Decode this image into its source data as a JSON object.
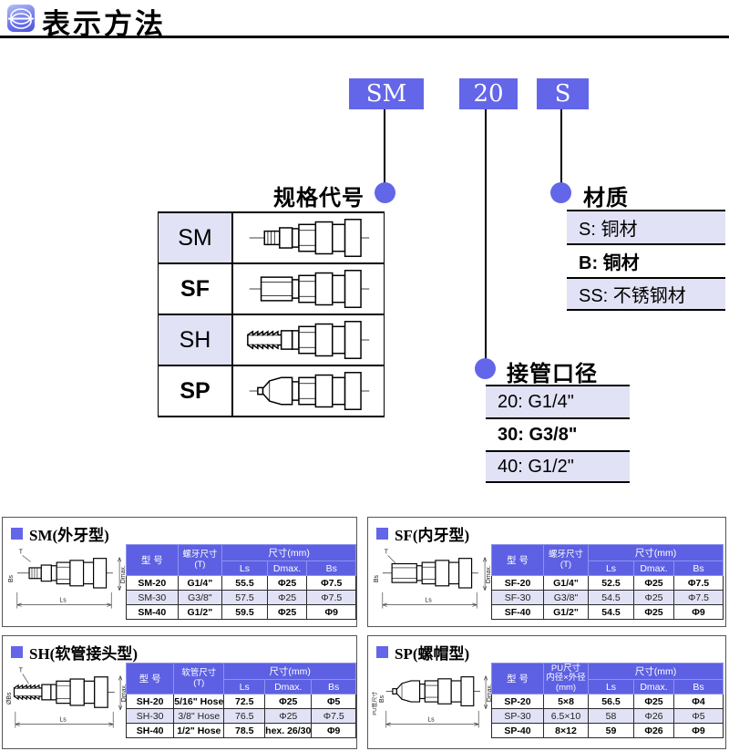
{
  "header": {
    "title": "表示方法"
  },
  "colors": {
    "accent": "#6366e8",
    "table_header_blue": "#5d60e2",
    "row_lavender": "#e1e2f5"
  },
  "model_code": {
    "series": "SM",
    "size": "20",
    "material": "S"
  },
  "legend": {
    "spec": {
      "label": "规格代号",
      "rows": [
        {
          "code": "SM"
        },
        {
          "code": "SF"
        },
        {
          "code": "SH"
        },
        {
          "code": "SP"
        }
      ]
    },
    "material": {
      "label": "材质",
      "options": [
        "S: 铜材",
        "B: 铜材",
        "SS: 不锈钢材"
      ]
    },
    "diameter": {
      "label": "接管口径",
      "options": [
        "20: G1/4\"",
        "30: G3/8\"",
        "40: G1/2\""
      ]
    }
  },
  "table_headers": {
    "model": "型 号",
    "size": "尺寸(mm)",
    "ls": "Ls",
    "dmax": "Dmax.",
    "bs": "Bs"
  },
  "panels": [
    {
      "title": "SM(外牙型)",
      "col2": "螺牙尺寸\n(T)",
      "labels": {
        "t": "T",
        "bs": "Bs",
        "ls": "Ls",
        "dmax": "Dmax."
      },
      "rows": [
        [
          "SM-20",
          "G1/4\"",
          "55.5",
          "Φ25",
          "Φ7.5"
        ],
        [
          "SM-30",
          "G3/8\"",
          "57.5",
          "Φ25",
          "Φ7.5"
        ],
        [
          "SM-40",
          "G1/2\"",
          "59.5",
          "Φ25",
          "Φ9"
        ]
      ]
    },
    {
      "title": "SF(内牙型)",
      "col2": "螺牙尺寸\n(T)",
      "labels": {
        "t": "T",
        "bs": "Bs",
        "ls": "Ls",
        "dmax": "Dmax."
      },
      "rows": [
        [
          "SF-20",
          "G1/4\"",
          "52.5",
          "Φ25",
          "Φ7.5"
        ],
        [
          "SF-30",
          "G3/8\"",
          "54.5",
          "Φ25",
          "Φ7.5"
        ],
        [
          "SF-40",
          "G1/2\"",
          "54.5",
          "Φ25",
          "Φ9"
        ]
      ]
    },
    {
      "title": "SH(软管接头型)",
      "col2": "软管尺寸\n(T)",
      "labels": {
        "t": "T",
        "bs": "ØBs",
        "ls": "Ls",
        "dmax": "Dmax."
      },
      "rows": [
        [
          "SH-20",
          "5/16\" Hose",
          "72.5",
          "Φ25",
          "Φ5"
        ],
        [
          "SH-30",
          "3/8\" Hose",
          "76.5",
          "Φ25",
          "Φ7.5"
        ],
        [
          "SH-40",
          "1/2\" Hose",
          "78.5",
          "hex. 26/30",
          "Φ9"
        ]
      ]
    },
    {
      "title": "SP(螺帽型)",
      "col2": "PU尺寸\n内径×外径\n(mm)",
      "labels": {
        "bs": "Bs",
        "ls": "Ls",
        "dmax": "Dmax.",
        "pu": "PU管尺寸"
      },
      "rows": [
        [
          "SP-20",
          "5×8",
          "56.5",
          "Φ25",
          "Φ4"
        ],
        [
          "SP-30",
          "6.5×10",
          "58",
          "Φ26",
          "Φ5"
        ],
        [
          "SP-40",
          "8×12",
          "59",
          "Φ26",
          "Φ9"
        ]
      ]
    }
  ]
}
